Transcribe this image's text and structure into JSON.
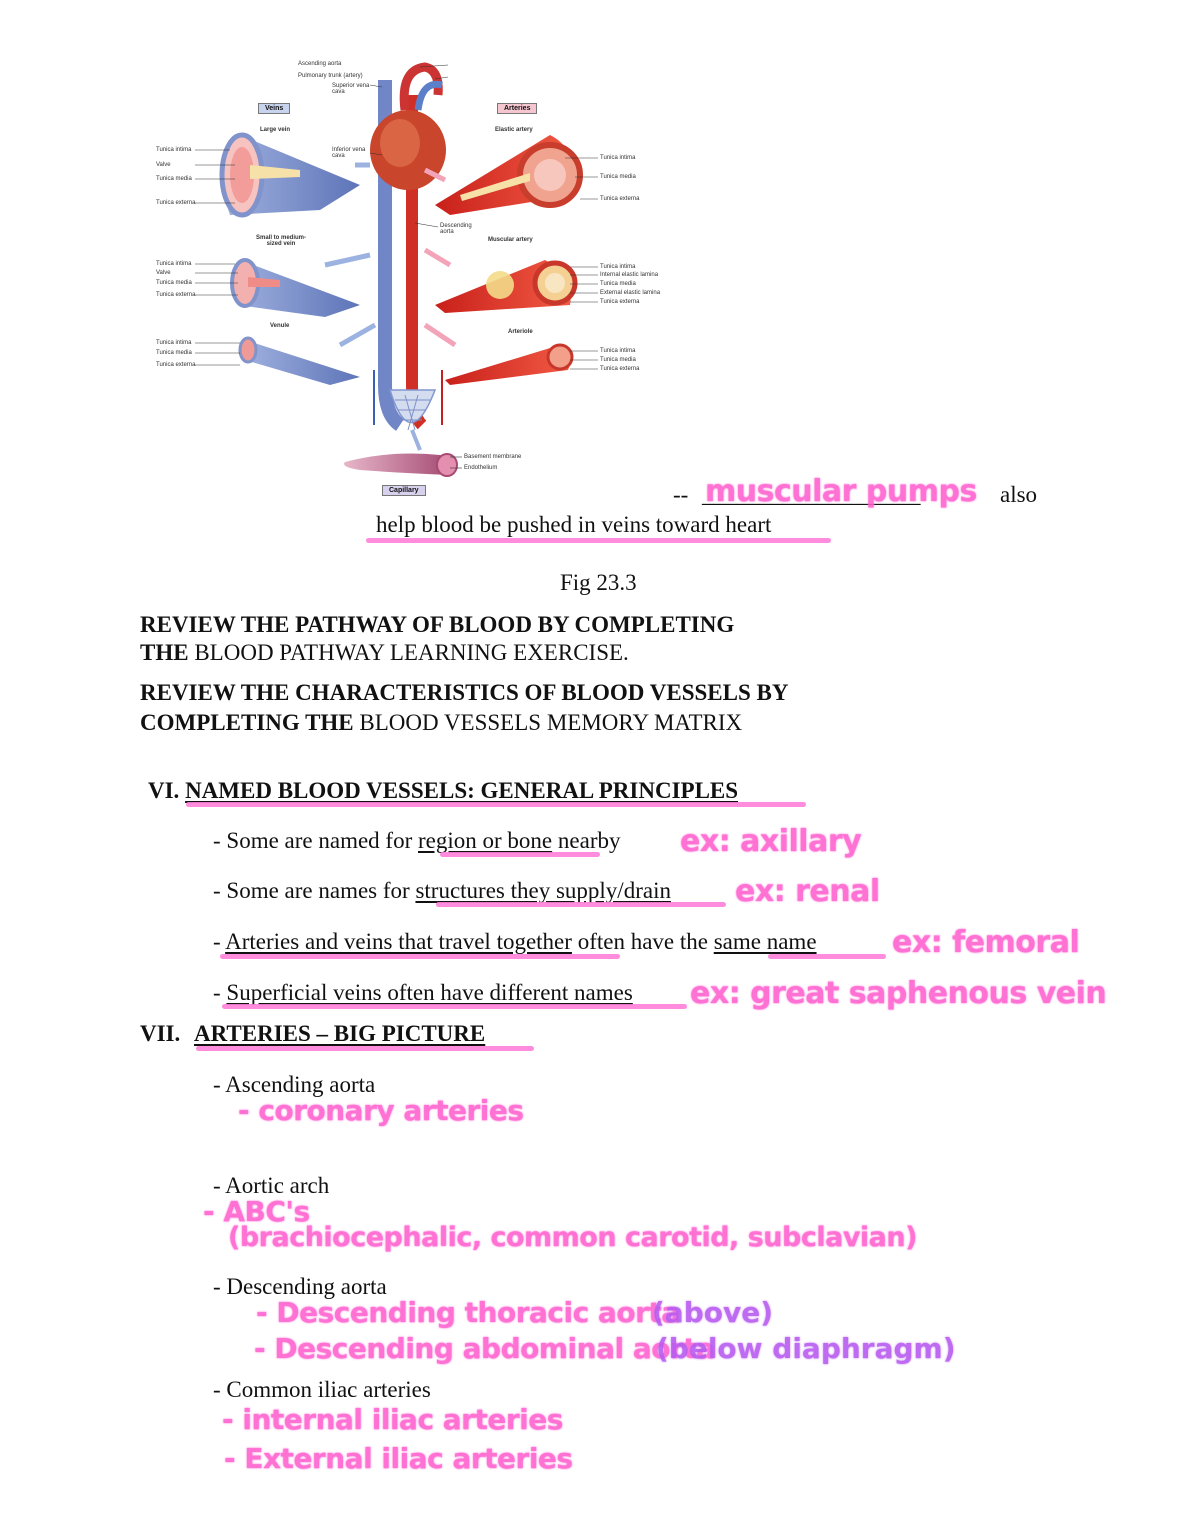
{
  "figure": {
    "labels": {
      "ascending_aorta": "Ascending aorta",
      "pulmonary_trunk": "Pulmonary trunk (artery)",
      "superior_vena_cava": "Superior vena cava",
      "inferior_vena_cava": "Inferior vena cava",
      "descending_aorta": "Descending aorta",
      "veins_tag": "Veins",
      "arteries_tag": "Arteries",
      "capillary_tag": "Capillary",
      "large_vein": "Large vein",
      "small_vein": "Small to medium-sized vein",
      "venule": "Venule",
      "elastic_artery": "Elastic artery",
      "muscular_artery": "Muscular artery",
      "arteriole": "Arteriole",
      "tunica_intima": "Tunica intima",
      "tunica_media": "Tunica media",
      "tunica_externa": "Tunica externa",
      "valve": "Valve",
      "internal_elastic_lamina": "Internal elastic lamina",
      "external_elastic_lamina": "External elastic lamina",
      "basement_membrane": "Basement membrane",
      "endothelium": "Endothelium"
    }
  },
  "caption_line": {
    "dash": "--",
    "blank": "___________________",
    "after": "also",
    "second": "help blood be pushed in veins toward heart",
    "handwritten": "muscular pumps"
  },
  "fig_caption": "Fig 23.3",
  "review1": {
    "bold": "REVIEW THE PATHWAY OF BLOOD BY COMPLETING",
    "bold2": "THE",
    "rest": " BLOOD PATHWAY LEARNING EXERCISE."
  },
  "review2": {
    "bold": "REVIEW THE CHARACTERISTICS OF BLOOD VESSELS BY",
    "bold2": "COMPLETING THE",
    "rest": " BLOOD VESSELS MEMORY MATRIX"
  },
  "section6": {
    "num": "VI.",
    "title": "NAMED BLOOD VESSELS: GENERAL PRINCIPLES",
    "items": [
      {
        "pre": "- Some are named for ",
        "ul": "region or bone",
        "post": " nearby",
        "hand": "ex: axillary"
      },
      {
        "pre": "- Some are names for ",
        "ul": "structures they supply/drain",
        "post": "",
        "hand": "ex: renal"
      },
      {
        "pre": "- ",
        "ul": "Arteries and veins that travel together",
        "post": " often have the ",
        "ul2": "same name",
        "hand": "ex: femoral"
      },
      {
        "pre": "- ",
        "ul": "Superficial veins often have different names",
        "post": "",
        "hand": "ex: great saphenous vein"
      }
    ]
  },
  "section7": {
    "num": "VII.",
    "title": "ARTERIES – BIG PICTURE",
    "items": [
      {
        "label": "- Ascending aorta",
        "hand": [
          "- coronary arteries"
        ]
      },
      {
        "label": "- Aortic arch",
        "hand": [
          "- ABC's",
          "(brachiocephalic, common carotid, subclavian)"
        ]
      },
      {
        "label": "- Descending aorta",
        "hand": [
          "- Descending thoracic aorta",
          "- Descending abdominal aorta"
        ],
        "hand_purple": [
          "(above)",
          "(below diaphragm)"
        ]
      },
      {
        "label": "- Common iliac arteries",
        "hand": [
          "- internal iliac arteries",
          "- External iliac arteries"
        ]
      }
    ]
  },
  "colors": {
    "highlight_pink": "#ff5fcf",
    "highlight_purple": "#b85cf0",
    "artery_red": "#d8342a",
    "vein_blue": "#6f86c6"
  }
}
